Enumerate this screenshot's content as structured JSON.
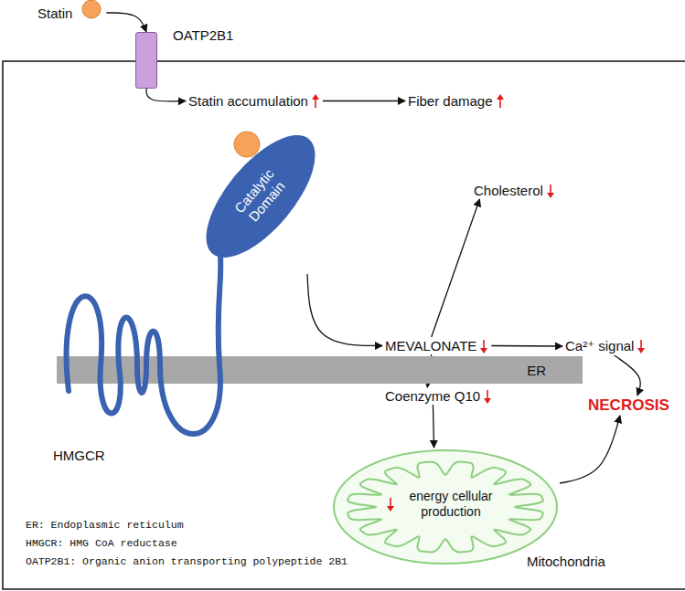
{
  "diagram": {
    "nodes": [
      {
        "text": [
          "Statin"
        ]
      },
      {
        "text": [
          "OATP2B1"
        ]
      },
      {
        "text": [
          "Statin accumulation"
        ]
      },
      {
        "text": [
          "Fiber damage"
        ]
      },
      {
        "text": [
          "ER"
        ]
      },
      {
        "text": [
          "Catalytic Domain"
        ]
      },
      {
        "text": [
          "MEVALONATE"
        ]
      },
      {
        "text": [
          "Cholesterol"
        ]
      },
      {
        "text": [
          "Ca²⁺ signal"
        ]
      },
      {
        "text": [
          "Coenzyme Q10"
        ]
      },
      {
        "text": [
          "energy cellular production",
          "Mitochondria"
        ]
      },
      {
        "text": [
          "NECROSIS"
        ]
      }
    ],
    "edges": [
      {
        "from": 0,
        "to": 1,
        "arrow": "to"
      },
      {
        "from": 1,
        "to": 2,
        "arrow": "to"
      },
      {
        "from": 2,
        "to": 3,
        "arrow": "to"
      },
      {
        "from": 5,
        "to": 6,
        "arrow": "to"
      },
      {
        "from": 6,
        "to": 7,
        "arrow": "to"
      },
      {
        "from": 6,
        "to": 8,
        "arrow": "to"
      },
      {
        "from": 6,
        "to": 9,
        "arrow": "to"
      },
      {
        "from": 9,
        "to": 10,
        "arrow": "to"
      },
      {
        "from": 10,
        "to": 11,
        "arrow": "to"
      },
      {
        "from": 8,
        "to": 11,
        "arrow": "to"
      }
    ],
    "labels": [
      "HMGCR",
      "ER: Endoplasmic reticulum",
      "HMGCR: HMG CoA reductase",
      "OATP2B1: Organic anion transporting polypeptide 2B1"
    ]
  }
}
